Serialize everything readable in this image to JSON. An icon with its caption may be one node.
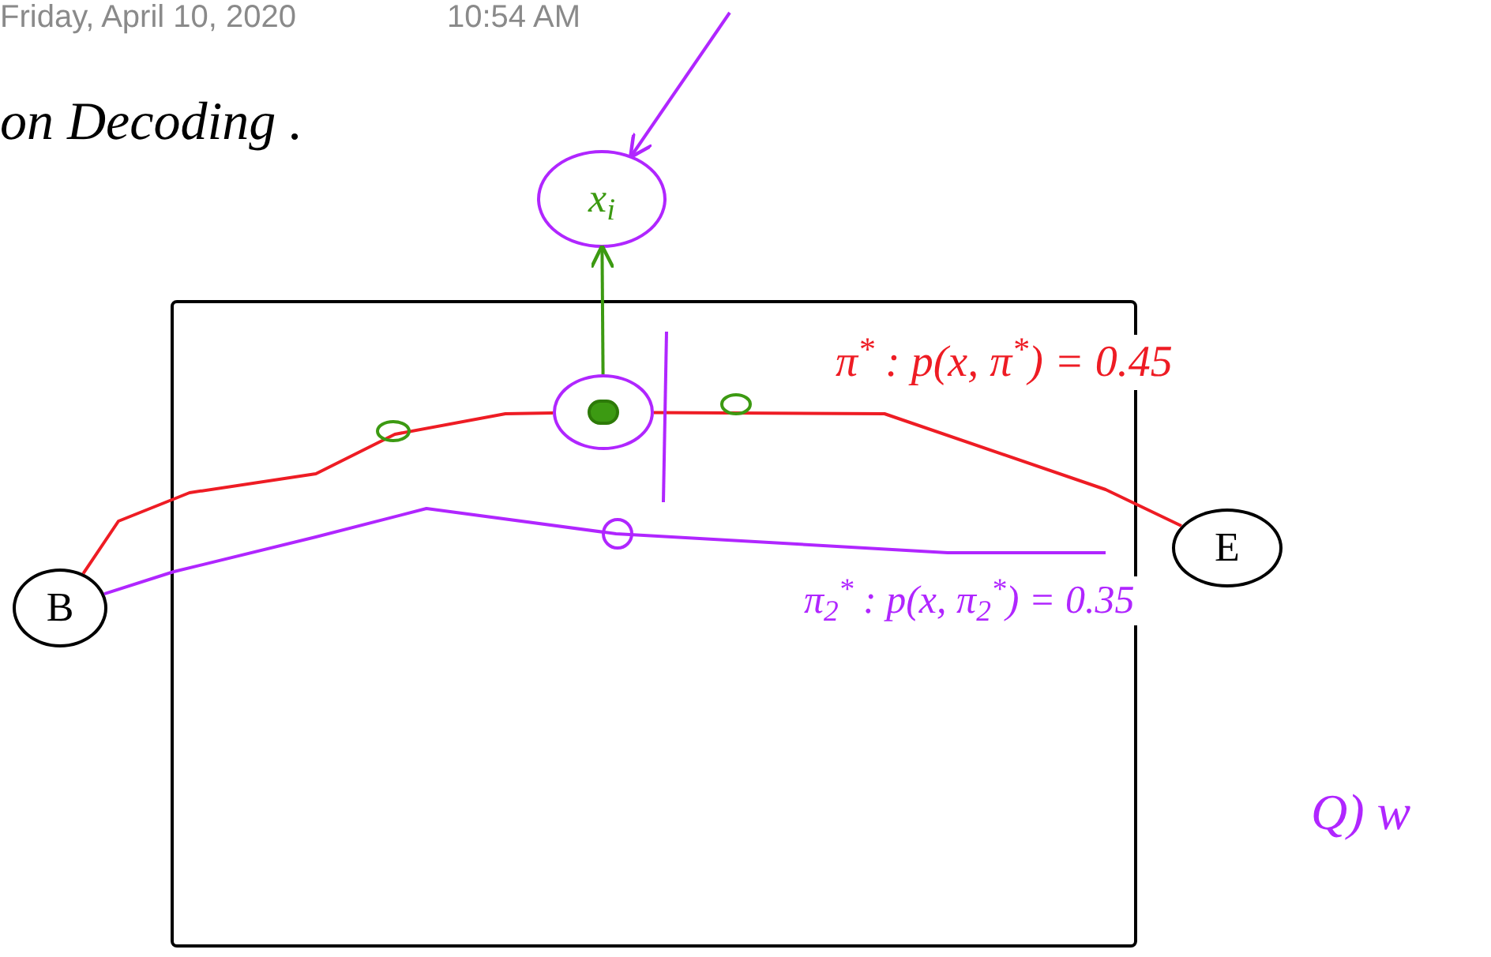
{
  "diagram": {
    "nodes": [
      {
        "text": [],
        "shape": "box"
      },
      {
        "text": [
          "B"
        ]
      },
      {
        "text": [
          "E"
        ]
      },
      {
        "text": [
          "x$_{i}$"
        ]
      },
      {
        "text": [],
        "shape": "circle",
        "in": 0
      }
    ],
    "edges": [
      {
        "from": 1,
        "to": 4,
        "arrow": "none",
        "color": "#ee1c24"
      },
      {
        "from": 4,
        "to": 2,
        "arrow": "none",
        "color": "#ee1c24",
        "label": "π$^{*}$ : p(x, π$^{*}$) = 0.45"
      },
      {
        "from": 1,
        "to": null,
        "arrow": "none",
        "color": "#b026ff",
        "label": "π$_{2}$$^{*}$ : p(x, π$_{2}$$^{*}$) = 0.35"
      },
      {
        "from": 4,
        "to": 3,
        "arrow": "to",
        "color": "#3c9a12"
      },
      {
        "from": null,
        "to": 3,
        "arrow": "to",
        "color": "#b026ff"
      }
    ],
    "labels": [
      "Friday, April 10, 2020",
      "10:54 AM",
      "on Decoding .",
      "Q) w"
    ]
  }
}
